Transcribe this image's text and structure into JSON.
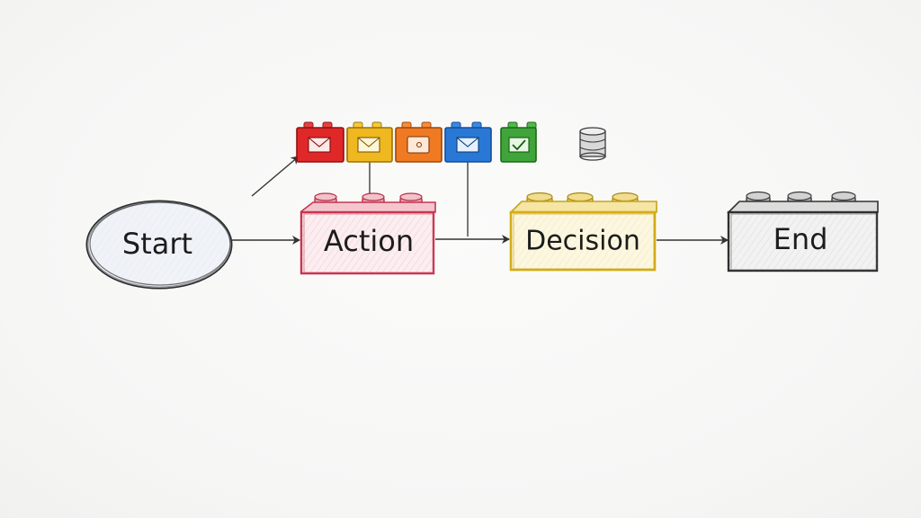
{
  "diagram": {
    "nodes": {
      "start": {
        "label": "Start",
        "color": "#555a66",
        "fill": "#e8eef8"
      },
      "action": {
        "label": "Action",
        "color": "#cf3a52",
        "fill": "#fbeef0"
      },
      "decision": {
        "label": "Decision",
        "color": "#d8b21a",
        "fill": "#fbf6df"
      },
      "end": {
        "label": "End",
        "color": "#444444",
        "fill": "#f0f0f0"
      }
    },
    "toolbar_bricks": [
      {
        "color": "#e02828",
        "icon": "envelope-icon"
      },
      {
        "color": "#f0b820",
        "icon": "envelope-icon"
      },
      {
        "color": "#f07a22",
        "icon": "tablet-icon"
      },
      {
        "color": "#2a78d6",
        "icon": "envelope-icon"
      },
      {
        "color": "#3fa53a",
        "icon": "checkmark-icon"
      }
    ],
    "extra_icon": "database-icon"
  }
}
